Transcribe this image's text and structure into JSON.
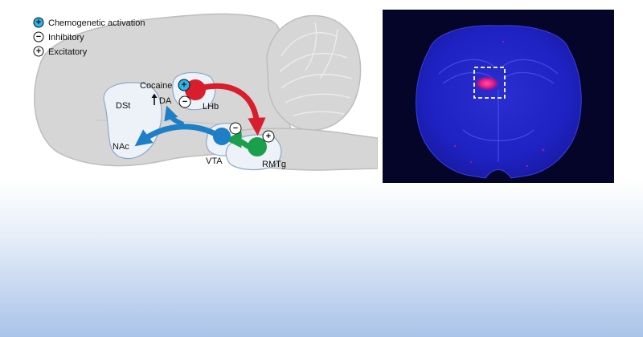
{
  "legend": {
    "activation": "Chemogenetic activation",
    "inhibitory": "Inhibitory",
    "excitatory": "Excitatory"
  },
  "symbols": {
    "plus": "+",
    "minus": "−"
  },
  "regions": {
    "dst": "DSt",
    "nac": "NAc",
    "vta": "VTA",
    "lhb": "LHb",
    "rmtg": "RMTg"
  },
  "annotations": {
    "cocaine": "Cocaine",
    "dopamine": "DA"
  },
  "colors": {
    "brain": "#d6d6d6",
    "brain_outline": "#bdbdbd",
    "region_fill": "#edf2f8",
    "region_outline": "#8fa8c7",
    "lhb_neuron": "#d81e2c",
    "vta_neuron": "#1f7fc6",
    "rmtg_neuron": "#1aa04a",
    "activation": "#29b3e8",
    "micro_bg": "#05052a",
    "micro_tissue": "#1f22c2",
    "micro_signal": "#e0187f"
  }
}
